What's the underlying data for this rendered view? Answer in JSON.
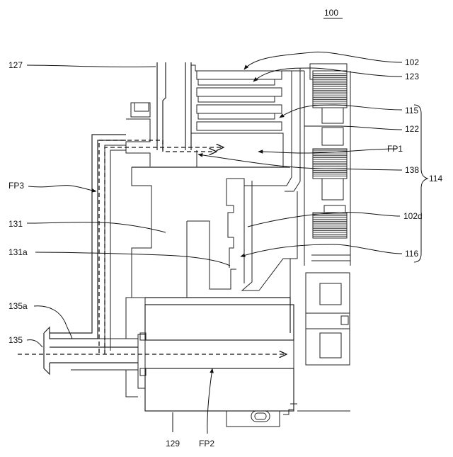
{
  "figure_number": "100",
  "labels": {
    "l127": "127",
    "l102": "102",
    "l123": "123",
    "l115": "115",
    "l122": "122",
    "l114": "114",
    "lFP1": "FP1",
    "l138": "138",
    "lFP3": "FP3",
    "l102d": "102d",
    "l131": "131",
    "l131a": "131a",
    "l116": "116",
    "l135a": "135a",
    "l135": "135",
    "l129": "129",
    "lFP2": "FP2"
  }
}
